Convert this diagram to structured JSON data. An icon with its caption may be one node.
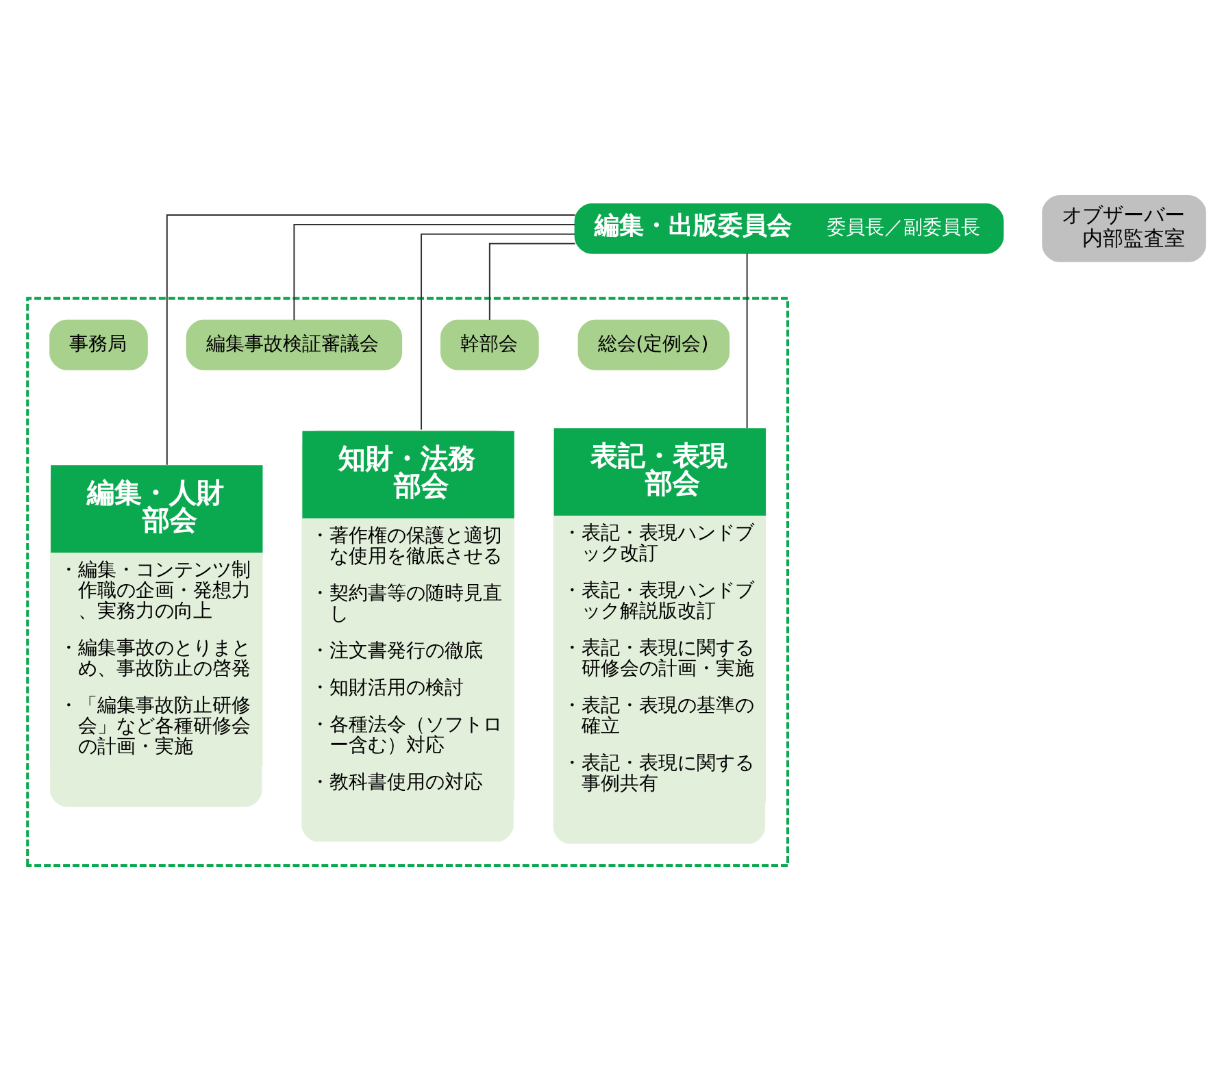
{
  "diagram": {
    "nodes": [
      {
        "text": [
          "編集・出版委員会",
          "委員長／副委員長"
        ]
      },
      {
        "text": [
          "オブザーバー内部監査室"
        ]
      },
      {
        "text": [],
        "shape": "box"
      },
      {
        "text": [
          "事務局"
        ],
        "in": 2
      },
      {
        "text": [
          "編集事故検証審議会"
        ],
        "in": 2
      },
      {
        "text": [
          "幹部会"
        ],
        "in": 2
      },
      {
        "text": [
          "総会(定例会)"
        ],
        "in": 2
      },
      {
        "text": [
          "編集・人財部会",
          "・編集・コンテンツ制作職の企画・発想力、実務力の向上",
          "・編集事故のとりまとめ、事故防止の啓発",
          "・「編集事故防止研修会」など各種研修会の計画・実施"
        ],
        "in": 2
      },
      {
        "text": [
          "知財・法務部会",
          "・著作権の保護と適切な使用を徹底させる",
          "・契約書等の随時見直し",
          "・注文書発行の徹底",
          "・知財活用の検討",
          "・各種法令（ソフトロー含む）対応",
          "・教科書使用の対応"
        ],
        "in": 2
      },
      {
        "text": [
          "表記・表現部会",
          "・表記・表現ハンドブック改訂",
          "・表記・表現ハンドブック解説版改訂",
          "・表記・表現に関する研修会の計画・実施",
          "・表記・表現の基準の確立",
          "・表記・表現に関する事例共有"
        ],
        "in": 2
      }
    ],
    "edges": [
      {
        "from": 0,
        "to": 4,
        "arrow": "none"
      },
      {
        "from": 0,
        "to": 5,
        "arrow": "none"
      },
      {
        "from": 0,
        "to": 7,
        "arrow": "none"
      },
      {
        "from": 0,
        "to": 8,
        "arrow": "none"
      },
      {
        "from": 0,
        "to": 9,
        "arrow": "none"
      }
    ]
  }
}
